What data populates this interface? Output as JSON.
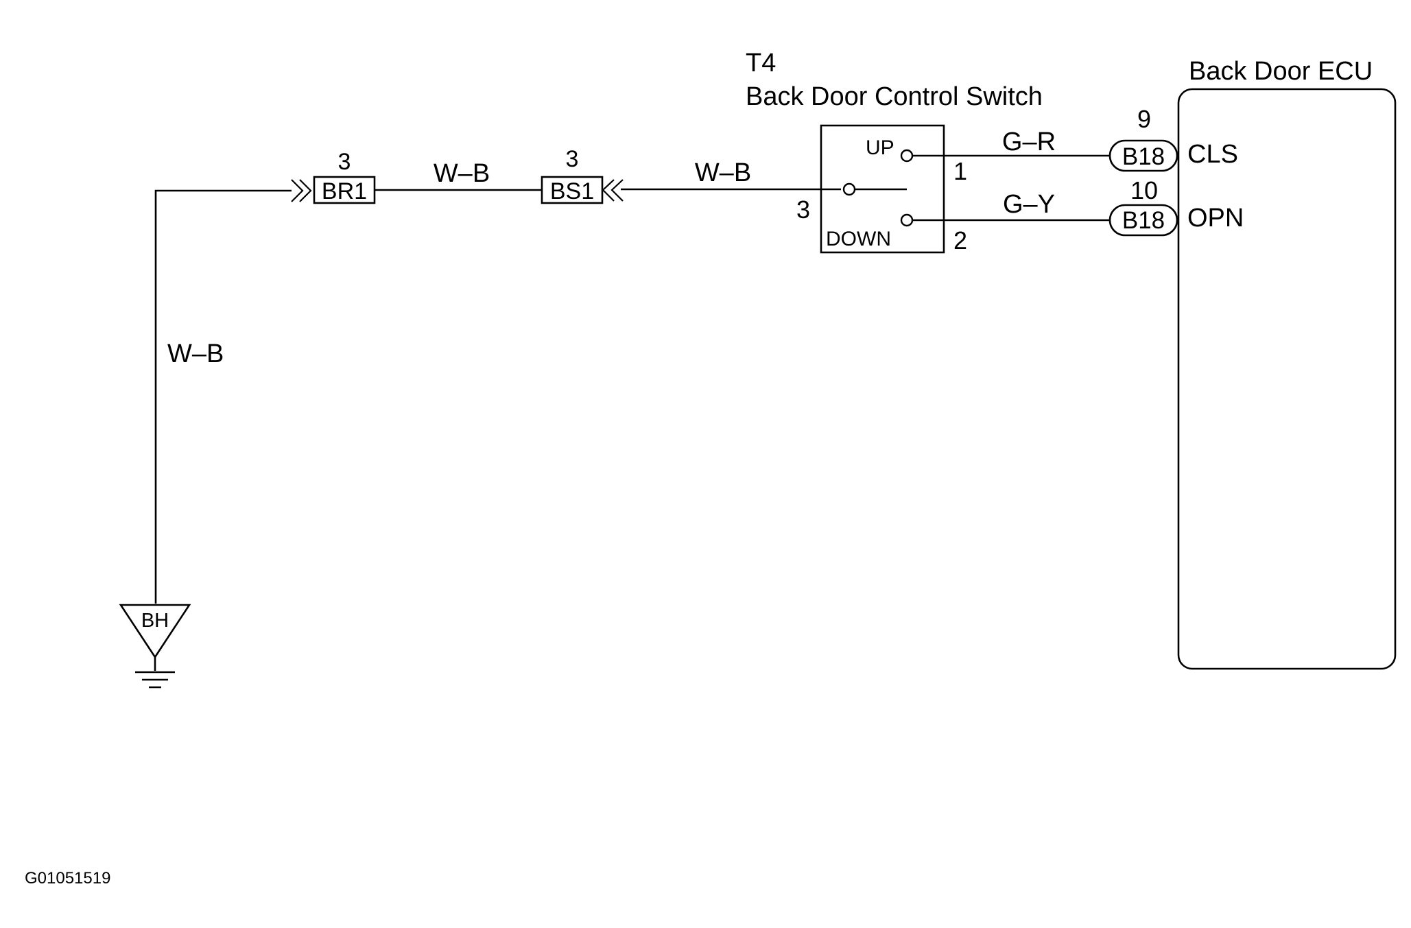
{
  "ground": {
    "label": "BH",
    "wire_color": "W–B"
  },
  "connector_br1": {
    "pin": "3",
    "label": "BR1"
  },
  "wire_br1_bs1": "W–B",
  "connector_bs1": {
    "pin": "3",
    "label": "BS1"
  },
  "wire_bs1_switch": "W–B",
  "switch": {
    "code": "T4",
    "title": "Back Door Control Switch",
    "up_label": "UP",
    "down_label": "DOWN",
    "pin_common": "3",
    "pin_up": "1",
    "pin_down": "2"
  },
  "wire_up": "G–R",
  "wire_down": "G–Y",
  "ecu": {
    "title": "Back Door ECU",
    "cls_pin": "9",
    "cls_connector": "B18",
    "cls_label": "CLS",
    "opn_pin": "10",
    "opn_connector": "B18",
    "opn_label": "OPN"
  },
  "figure_code": "G01051519"
}
